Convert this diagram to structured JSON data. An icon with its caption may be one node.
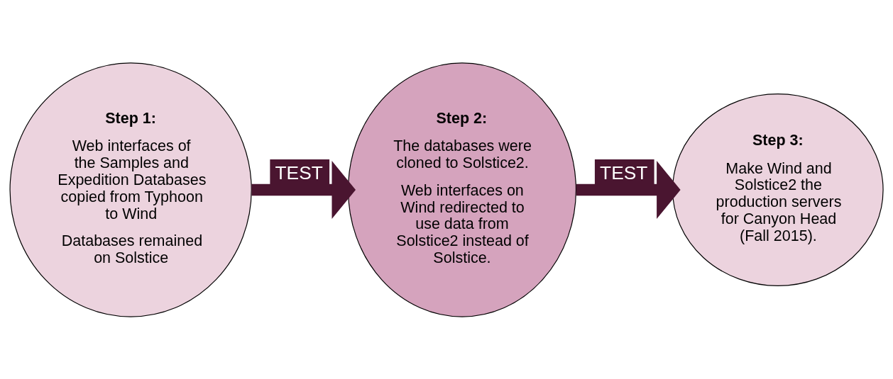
{
  "diagram": {
    "nodes": [
      {
        "text": [
          "Step 1:",
          "Web interfaces of the Samples and Expedition Databases copied from Typhoon to Wind",
          "Databases remained on Solstice"
        ]
      },
      {
        "text": [
          "Step 2:",
          "The databases were cloned to Solstice2.",
          "Web interfaces on Wind redirected to use data from Solstice2 instead of Solstice."
        ]
      },
      {
        "text": [
          "Step 3:",
          "Make Wind and Solstice2 the production servers for Canyon Head (Fall 2015)."
        ]
      }
    ],
    "edges": [
      {
        "from": 0,
        "to": 1,
        "arrow": "to",
        "label": "TEST"
      },
      {
        "from": 1,
        "to": 2,
        "arrow": "to",
        "label": "TEST"
      }
    ]
  }
}
